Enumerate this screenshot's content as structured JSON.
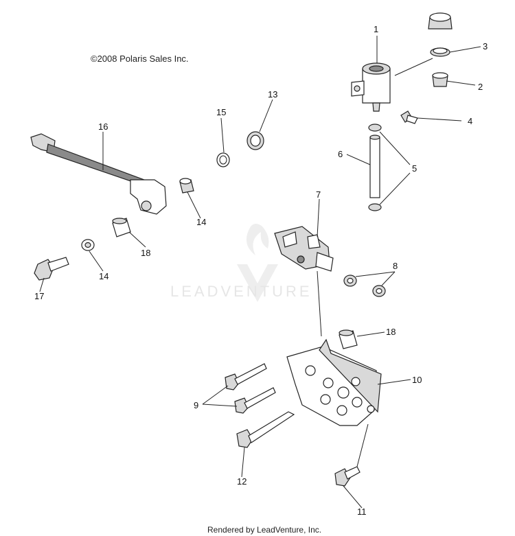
{
  "copyright": "©2008 Polaris Sales Inc.",
  "watermark": "LEADVENTURE",
  "footer": "Rendered by LeadVenture, Inc.",
  "callouts": {
    "c1": "1",
    "c2": "2",
    "c3": "3",
    "c4": "4",
    "c5": "5",
    "c6": "6",
    "c7": "7",
    "c8": "8",
    "c9": "9",
    "c10": "10",
    "c11": "11",
    "c12": "12",
    "c13": "13",
    "c14a": "14",
    "c14b": "14",
    "c15": "15",
    "c16": "16",
    "c17": "17",
    "c18a": "18",
    "c18b": "18"
  }
}
